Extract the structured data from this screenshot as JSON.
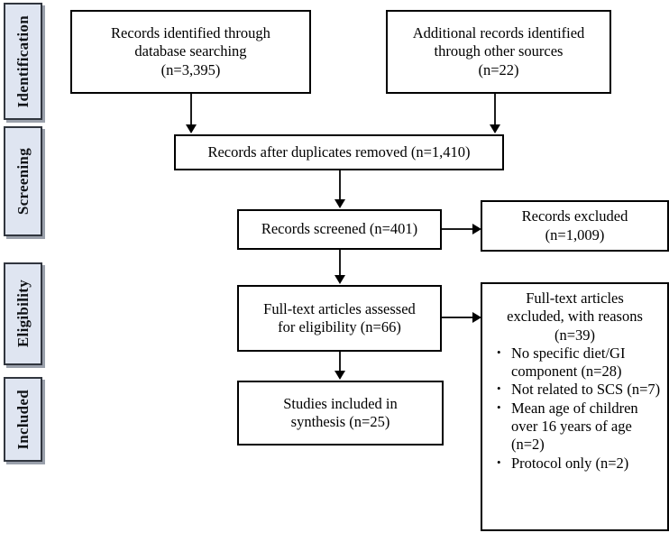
{
  "diagram": {
    "title": "PRISMA flow diagram",
    "type": "prisma-flow-diagram",
    "colors": {
      "stage_fill": "#dfe5f1",
      "stage_border": "#31363f",
      "box_border": "#000000",
      "background": "#ffffff",
      "connector": "#1c1c1c"
    }
  },
  "stages": [
    {
      "id": "identification",
      "label": "Identification"
    },
    {
      "id": "screening",
      "label": "Screening"
    },
    {
      "id": "eligibility",
      "label": "Eligibility"
    },
    {
      "id": "included",
      "label": "Included"
    }
  ],
  "boxes": {
    "records_database": "Records identified through\ndatabase searching\n(n=3,395)",
    "records_other": "Additional records identified\nthrough other sources\n(n=22)",
    "duplicates_removed": "Records after duplicates removed (n=1,410)",
    "records_screened": "Records screened (n=401)",
    "records_excluded": "Records excluded\n(n=1,009)",
    "fulltext_assessed": "Full-text articles assessed\nfor eligibility (n=66)",
    "studies_included": "Studies included in\nsynthesis (n=25)"
  },
  "exclusions": {
    "title": "Full-text articles\nexcluded, with reasons\n(n=39)",
    "reasons": [
      "No specific diet/GI component (n=28)",
      "Not related to SCS (n=7)",
      "Mean age of children over 16 years of age (n=2)",
      "Protocol only (n=2)"
    ]
  },
  "counts": {
    "identified_database": 3395,
    "identified_other": 22,
    "after_duplicates": 1410,
    "screened": 401,
    "excluded_screening": 1009,
    "fulltext_assessed": 66,
    "fulltext_excluded": 39,
    "excluded_no_diet_gi": 28,
    "excluded_not_scs": 7,
    "excluded_age": 2,
    "excluded_protocol": 2,
    "included_synthesis": 25
  }
}
